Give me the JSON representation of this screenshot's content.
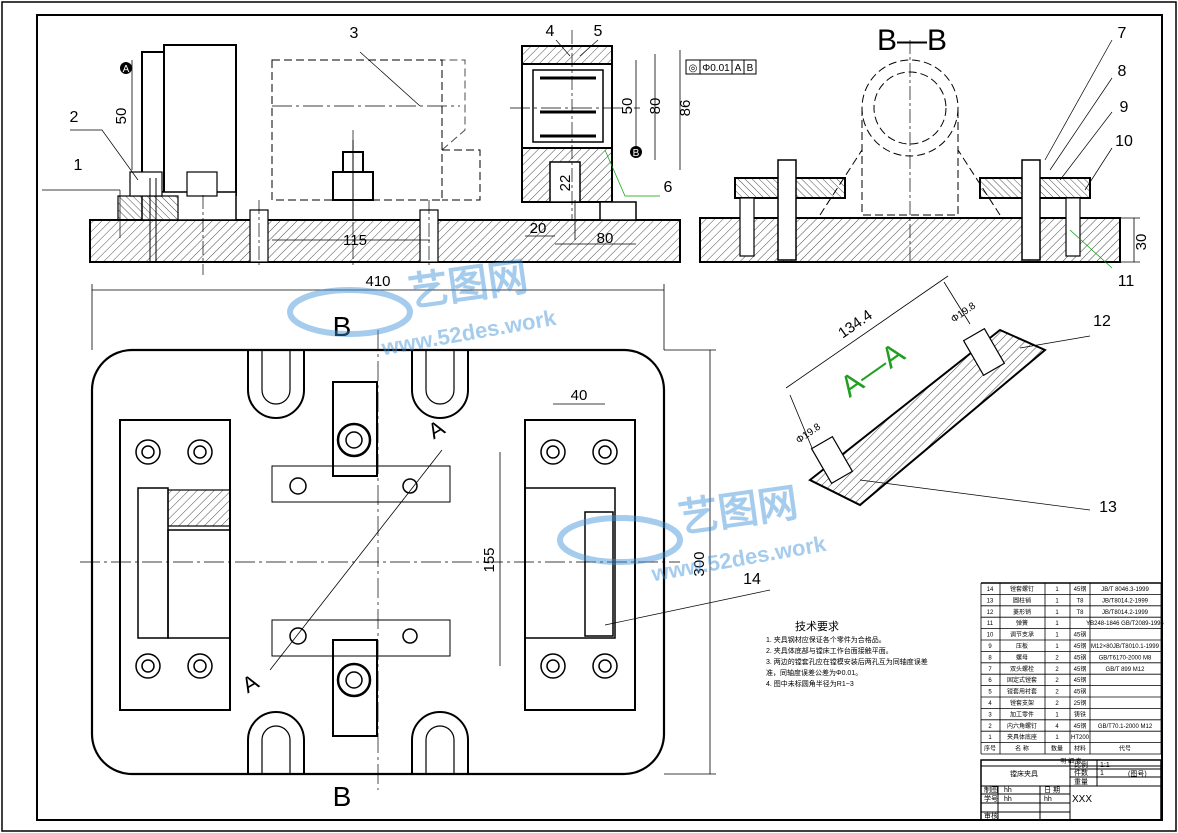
{
  "balloons": [
    "1",
    "2",
    "3",
    "4",
    "5",
    "6",
    "7",
    "8",
    "9",
    "10",
    "11",
    "12",
    "13",
    "14"
  ],
  "dims": {
    "d50a": "50",
    "d115": "115",
    "d20": "20",
    "d80a": "80",
    "d22": "22",
    "d50b": "50",
    "d80b": "80",
    "d86": "86",
    "d30": "30",
    "d410": "410",
    "d40": "40",
    "d155": "155",
    "d300": "300",
    "d134": "134.4",
    "dphi1": "Φ19.8",
    "dphi2": "Φ19.8"
  },
  "datums": {
    "a": "A",
    "b": "B"
  },
  "tolerance": {
    "symbol": "◎",
    "value": "Φ0.01",
    "ref1": "A",
    "ref2": "B"
  },
  "sections": {
    "bb_title": "B—B",
    "aa_title": "A—A",
    "b_top": "B",
    "b_bottom": "B",
    "a_top": "A",
    "a_bottom": "A"
  },
  "watermark": {
    "name": "艺图网",
    "url": "www.52des.work"
  },
  "tech": {
    "title": "技术要求",
    "lines": [
      "1. 夹具钢材应保证各个零件为合格品。",
      "2. 夹具体底部与镗床工作台面接触平面。",
      "3. 两边的镗套孔应在镗模安装后两孔互为同轴度误差",
      "   准，同轴度误差公差为Φ0.01。",
      "4. 图中未标圆角半径为R1~3"
    ]
  },
  "bom": {
    "rows": [
      {
        "no": "14",
        "name": "镗套螺钉",
        "qty": "1",
        "mat": "45钢",
        "code": "JB/T 8046.3-1999"
      },
      {
        "no": "13",
        "name": "圆柱销",
        "qty": "1",
        "mat": "T8",
        "code": "JB/T8014.2-1999"
      },
      {
        "no": "12",
        "name": "菱形销",
        "qty": "1",
        "mat": "T8",
        "code": "JB/T8014.2-1999"
      },
      {
        "no": "11",
        "name": "弹簧",
        "qty": "1",
        "mat": "",
        "code": "YB248-1846 GB/T2089-1994"
      },
      {
        "no": "10",
        "name": "调节支承",
        "qty": "1",
        "mat": "45钢",
        "code": ""
      },
      {
        "no": "9",
        "name": "压板",
        "qty": "1",
        "mat": "45钢",
        "code": "M12×80JB/T8010.1-1999"
      },
      {
        "no": "8",
        "name": "螺母",
        "qty": "2",
        "mat": "45钢",
        "code": "GB/T6170-2000 M8"
      },
      {
        "no": "7",
        "name": "双头螺栓",
        "qty": "2",
        "mat": "45钢",
        "code": "GB/T 899 M12"
      },
      {
        "no": "6",
        "name": "固定式镗套",
        "qty": "2",
        "mat": "45钢",
        "code": ""
      },
      {
        "no": "5",
        "name": "镗套用衬套",
        "qty": "2",
        "mat": "45钢",
        "code": ""
      },
      {
        "no": "4",
        "name": "镗套支架",
        "qty": "2",
        "mat": "25钢",
        "code": ""
      },
      {
        "no": "3",
        "name": "加工零件",
        "qty": "1",
        "mat": "铸铁",
        "code": ""
      },
      {
        "no": "2",
        "name": "内六角螺钉",
        "qty": "4",
        "mat": "45钢",
        "code": "GB/T70.1-2000 M12"
      },
      {
        "no": "1",
        "name": "夹具体底座",
        "qty": "1",
        "mat": "HT200",
        "code": ""
      }
    ],
    "header": {
      "no": "序号",
      "name": "名 称",
      "qty": "数量",
      "mat": "材料",
      "code": "代号"
    },
    "caption": "明 细 表"
  },
  "title_block": {
    "drawing_name": "镗床夹具",
    "scale_label": "比例",
    "scale_value": "1:1",
    "qty_label": "件数",
    "qty_value": "1",
    "weight_label": "重量",
    "drawing_no": "(图号)",
    "made_label": "制图",
    "made_value": "hh",
    "date_label": "日 期",
    "check_label": "审核",
    "school_label": "学号",
    "school_value": "hh",
    "school_value2": "hh",
    "org": "XXX"
  },
  "colors": {
    "line": "#000000",
    "leader": "#00a000",
    "watermark": "#3a8fd8"
  }
}
